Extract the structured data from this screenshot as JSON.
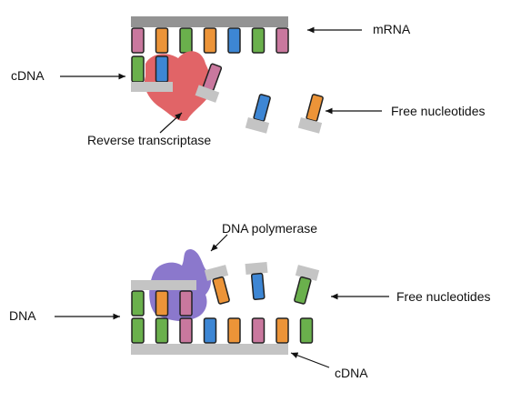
{
  "colors": {
    "backbone_dark": "#939393",
    "backbone_light": "#c4c4c4",
    "base_pink": "#c9789e",
    "base_orange": "#ec9438",
    "base_green": "#6ab04c",
    "base_blue": "#3d86d4",
    "reverse_transcriptase": "#e16467",
    "dna_polymerase": "#8b78cc",
    "outline": "#222222",
    "arrow": "#111111"
  },
  "panel1": {
    "labels": {
      "mrna": "mRNA",
      "cdna": "cDNA",
      "free_nucleotides": "Free nucleotides",
      "enzyme": "Reverse transcriptase"
    },
    "mrna_bases": [
      "pink",
      "orange",
      "green",
      "orange",
      "blue",
      "green",
      "pink"
    ],
    "cdna_bases": [
      "green",
      "blue"
    ],
    "incoming_base": "pink",
    "free_bases": [
      "blue",
      "orange"
    ]
  },
  "panel2": {
    "labels": {
      "dna": "DNA",
      "cdna": "cDNA",
      "free_nucleotides": "Free nucleotides",
      "enzyme": "DNA polymerase"
    },
    "cdna_bases": [
      "green",
      "green",
      "pink",
      "blue",
      "orange",
      "pink",
      "orange",
      "green"
    ],
    "new_strand_bases": [
      "green",
      "orange",
      "pink"
    ],
    "incoming_base": "orange",
    "free_bases": [
      "blue",
      "green"
    ]
  }
}
